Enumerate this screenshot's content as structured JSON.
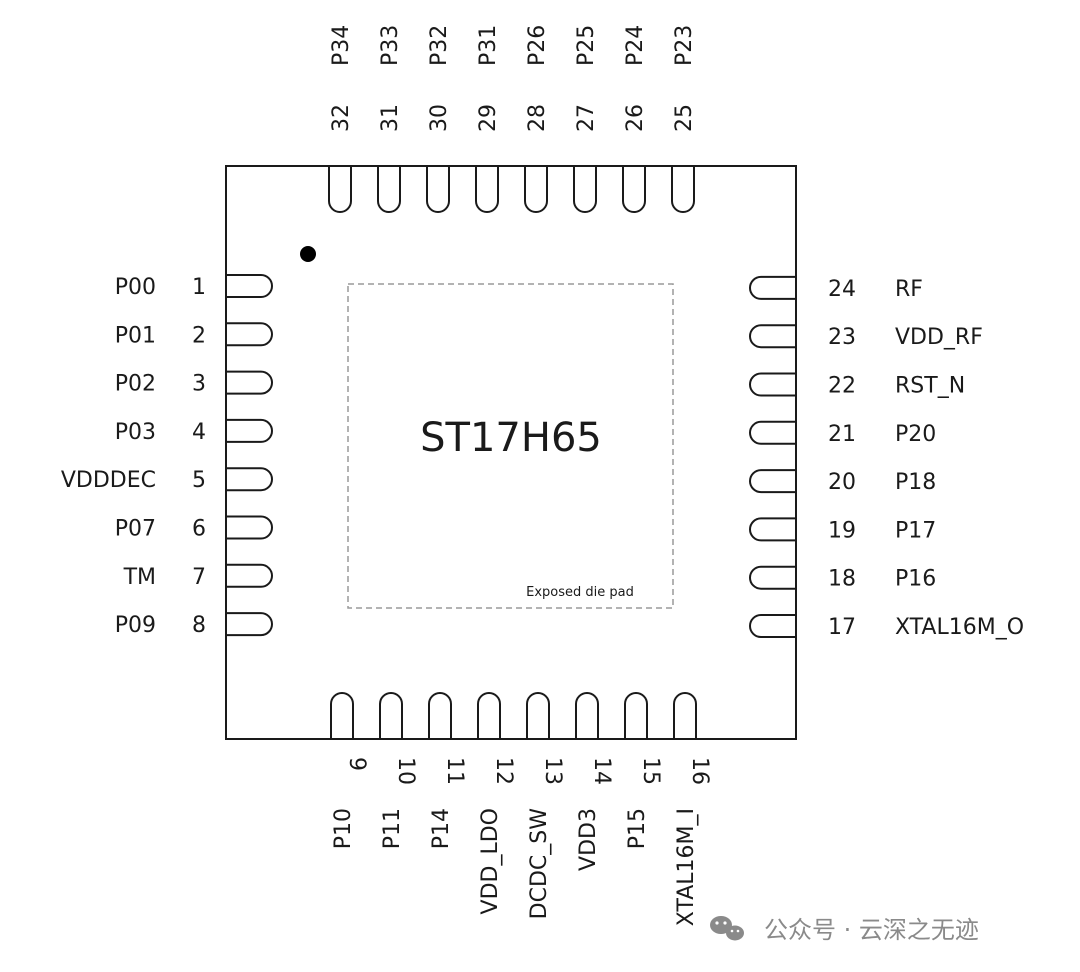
{
  "chip": {
    "name": "ST17H65",
    "exposed_pad_label": "Exposed die pad"
  },
  "pins": {
    "left": [
      [
        "1",
        "P00"
      ],
      [
        "2",
        "P01"
      ],
      [
        "3",
        "P02"
      ],
      [
        "4",
        "P03"
      ],
      [
        "5",
        "VDDDEC"
      ],
      [
        "6",
        "P07"
      ],
      [
        "7",
        "TM"
      ],
      [
        "8",
        "P09"
      ]
    ],
    "bottom": [
      [
        "9",
        "P10"
      ],
      [
        "10",
        "P11"
      ],
      [
        "11",
        "P14"
      ],
      [
        "12",
        "VDD_LDO"
      ],
      [
        "13",
        "DCDC_SW"
      ],
      [
        "14",
        "VDD3"
      ],
      [
        "15",
        "P15"
      ],
      [
        "16",
        "XTAL16M_I"
      ]
    ],
    "right": [
      [
        "17",
        "XTAL16M_O"
      ],
      [
        "18",
        "P16"
      ],
      [
        "19",
        "P17"
      ],
      [
        "20",
        "P18"
      ],
      [
        "21",
        "P20"
      ],
      [
        "22",
        "RST_N"
      ],
      [
        "23",
        "VDD_RF"
      ],
      [
        "24",
        "RF"
      ]
    ],
    "top": [
      [
        "25",
        "P23"
      ],
      [
        "26",
        "P24"
      ],
      [
        "27",
        "P25"
      ],
      [
        "28",
        "P26"
      ],
      [
        "29",
        "P31"
      ],
      [
        "30",
        "P32"
      ],
      [
        "31",
        "P33"
      ],
      [
        "32",
        "P34"
      ]
    ]
  },
  "watermark": {
    "icon": "wechat-icon",
    "text": "公众号 · 云深之无迹"
  },
  "colors": {
    "outline": "#1a1a1a",
    "dashed_pad": "#9a9a9a",
    "watermark": "#8a8a8a"
  }
}
